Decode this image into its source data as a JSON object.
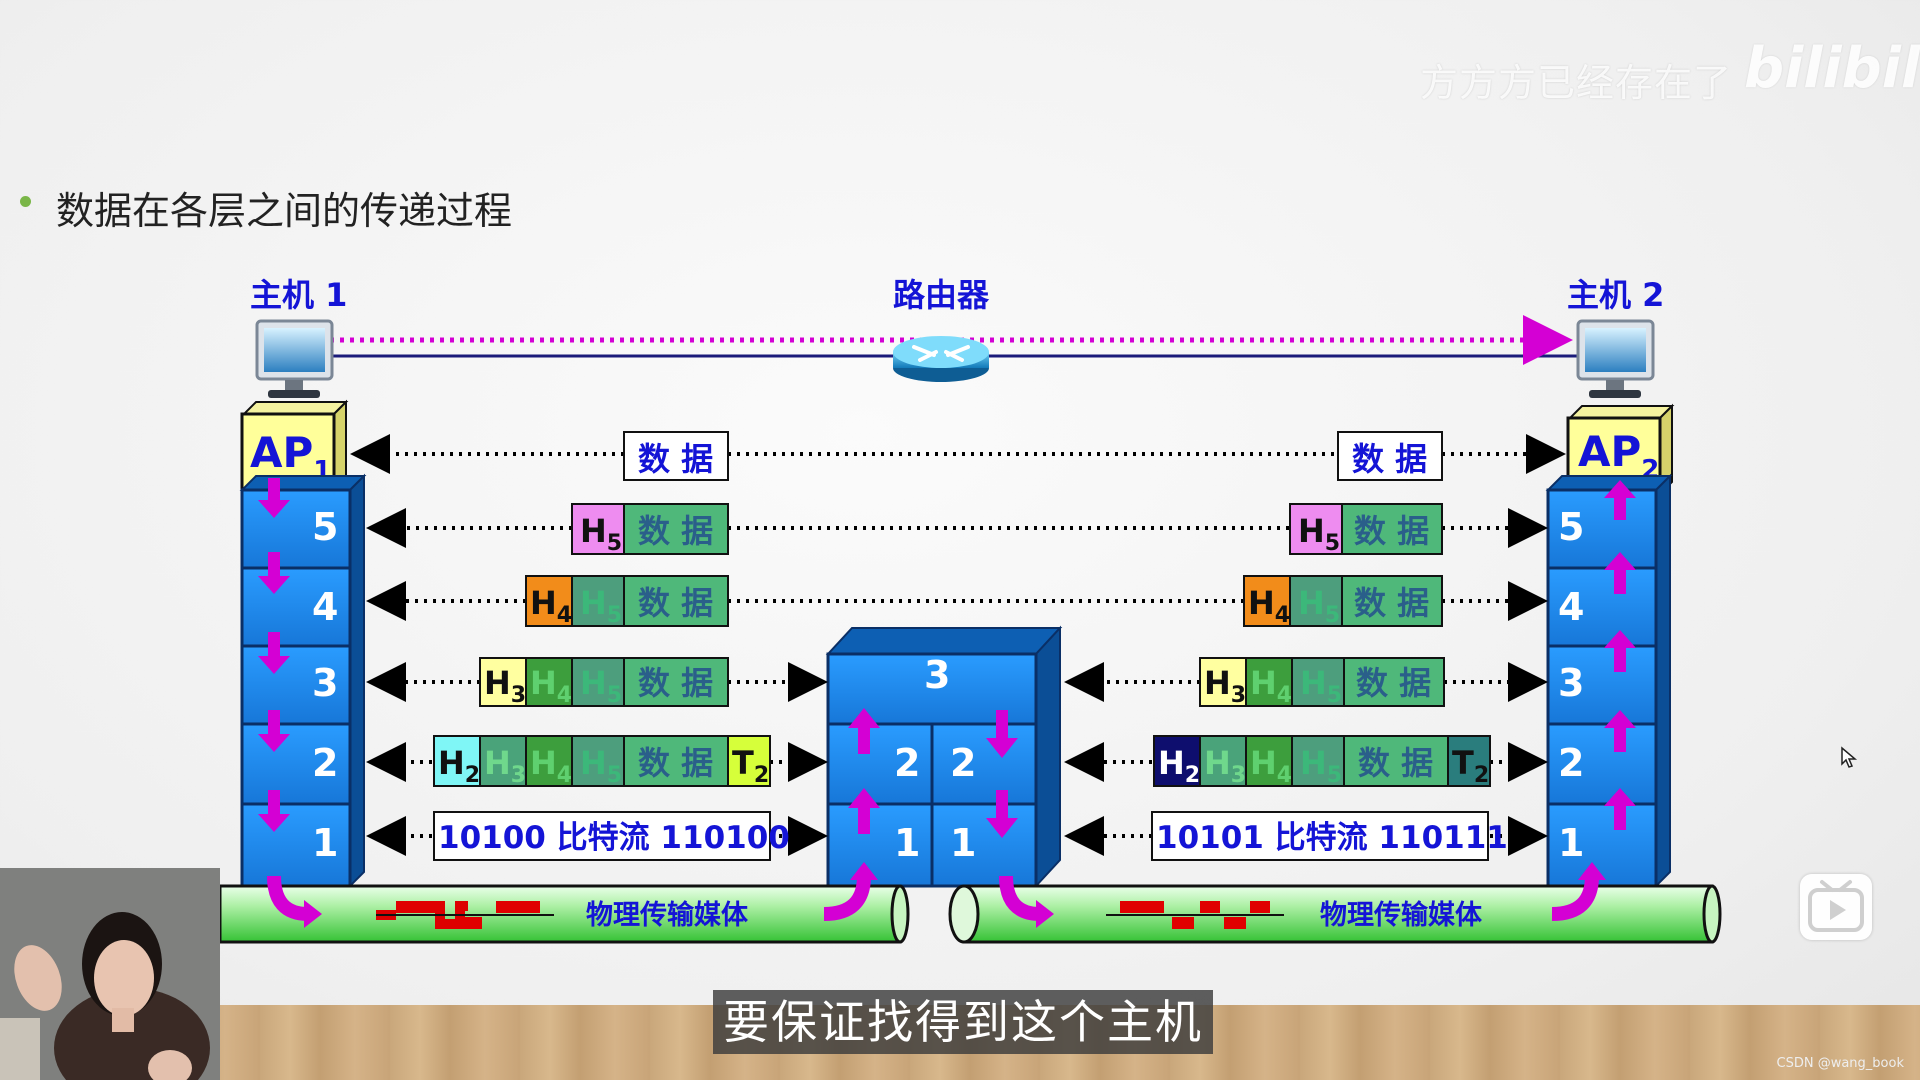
{
  "watermark": {
    "channel": "方方方已经存在了",
    "logo": "bilibili"
  },
  "slide": {
    "bullet_title": "数据在各层之间的传递过程"
  },
  "nodes": {
    "host1": "主机 1",
    "router": "路由器",
    "host2": "主机 2"
  },
  "host1": {
    "ap": "AP",
    "ap_sub": "1",
    "layers": [
      "5",
      "4",
      "3",
      "2",
      "1"
    ]
  },
  "host2": {
    "ap": "AP",
    "ap_sub": "2",
    "layers": [
      "5",
      "4",
      "3",
      "2",
      "1"
    ]
  },
  "router_box": {
    "top": "3",
    "l2a": "2",
    "l2b": "2",
    "l1a": "1",
    "l1b": "1"
  },
  "pdu": {
    "data": "数 据",
    "h": "H",
    "t": "T",
    "s5": "5",
    "s4": "4",
    "s3": "3",
    "s2": "2",
    "bits_left": "10100 比特流 110100",
    "bits_right": "10101 比特流 110111"
  },
  "medium": {
    "label": "物理传输媒体"
  },
  "subtitle": "要保证找得到这个主机",
  "footer": "CSDN @wang_book",
  "icons": [
    "computer-icon",
    "router-icon",
    "play-tv-icon",
    "mouse-cursor-icon"
  ],
  "colors": {
    "layer_blue": "#1f8ef0",
    "arrow_magenta": "#d400d4",
    "label_blue": "#1414d6",
    "data_green": "#4fb87a"
  }
}
